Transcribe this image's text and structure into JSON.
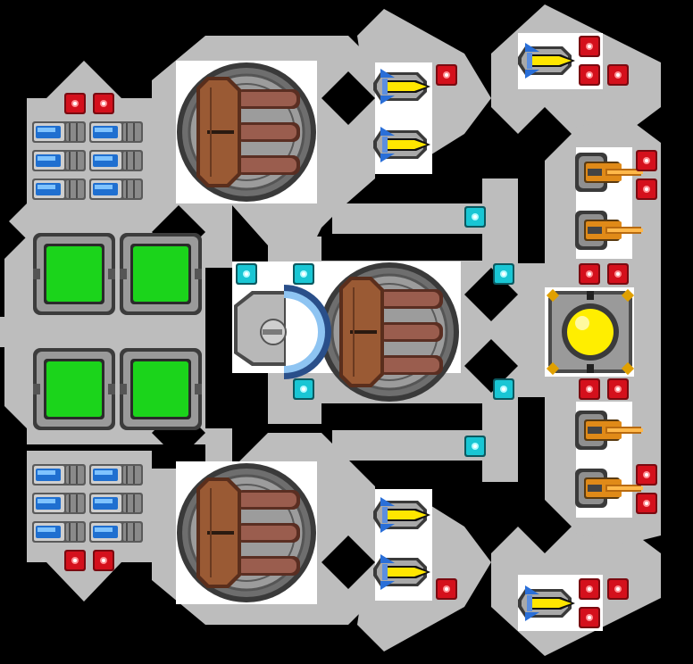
{
  "colors": {
    "background": "#000000",
    "hull": "#bdbdbd",
    "deck": "#ffffff",
    "reactor_green": "#1bd41b",
    "core_yellow": "#ffee00",
    "node_cyan": "#19c6d4",
    "node_red": "#d4101c",
    "turret_copper": "#8a4a2c",
    "missile_blue": "#2a6fd8",
    "cannon_orange": "#e08a18"
  },
  "modules": {
    "heavy_turrets": [
      "cannon-turret",
      "cannon-turret",
      "cannon-turret"
    ],
    "reactors": [
      "reactor",
      "reactor",
      "reactor",
      "reactor"
    ],
    "battery_racks": [
      "battery-rack",
      "battery-rack"
    ],
    "missile_launchers": [
      "missile-launcher",
      "missile-launcher",
      "missile-launcher",
      "missile-launcher",
      "missile-launcher",
      "missile-launcher"
    ],
    "cannons": [
      "cannon",
      "cannon",
      "cannon",
      "cannon"
    ],
    "core": "command-core",
    "shield": "shield-generator"
  }
}
